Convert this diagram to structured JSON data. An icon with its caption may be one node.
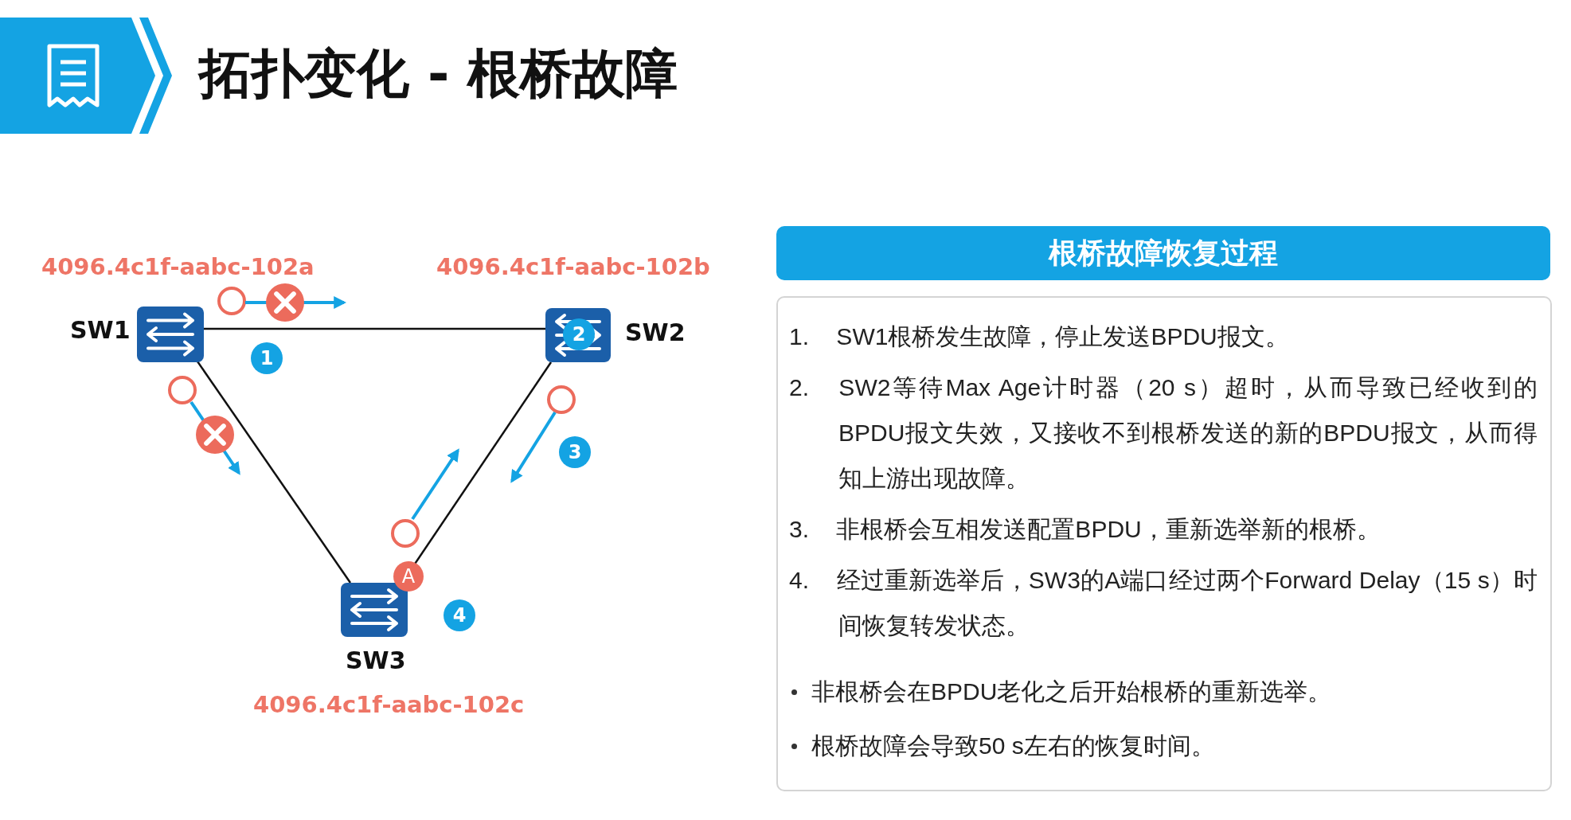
{
  "diagram": {
    "title": "拓扑变化 - 根桥故障",
    "nodes": [
      {
        "text": [
          "SW1"
        ],
        "beside": [
          "4096.4c1f-aabc-102a"
        ]
      },
      {
        "text": [
          "SW2"
        ],
        "beside": [
          "4096.4c1f-aabc-102b"
        ]
      },
      {
        "text": [
          "SW3"
        ],
        "beside": [
          "4096.4c1f-aabc-102c"
        ]
      },
      {
        "text": [
          "根桥故障恢复过程"
        ]
      },
      {
        "text": [
          "1. SW1根桥发生故障，停止发送BPDU报文。",
          "2. SW2等待Max Age计时器（20 s）超时，从而导致已经收到的BPDU报文失效，又接收不到根桥发送的新的BPDU报文，从而得知上游出现故障。",
          "3. 非根桥会互相发送配置BPDU，重新选举新的根桥。",
          "4. 经过重新选举后，SW3的A端口经过两个Forward Delay（15 s）时间恢复转发状态。",
          "非根桥会在BPDU老化之后开始根桥的重新选举。",
          "根桥故障会导致50 s左右的恢复时间。"
        ]
      }
    ],
    "edges": [
      {
        "from": 0,
        "to": 1,
        "arrow": "none"
      },
      {
        "from": 0,
        "to": 2,
        "arrow": "none"
      },
      {
        "from": 1,
        "to": 2,
        "arrow": "none"
      }
    ],
    "labels": [
      "1",
      "2",
      "3",
      "A",
      "4"
    ]
  }
}
